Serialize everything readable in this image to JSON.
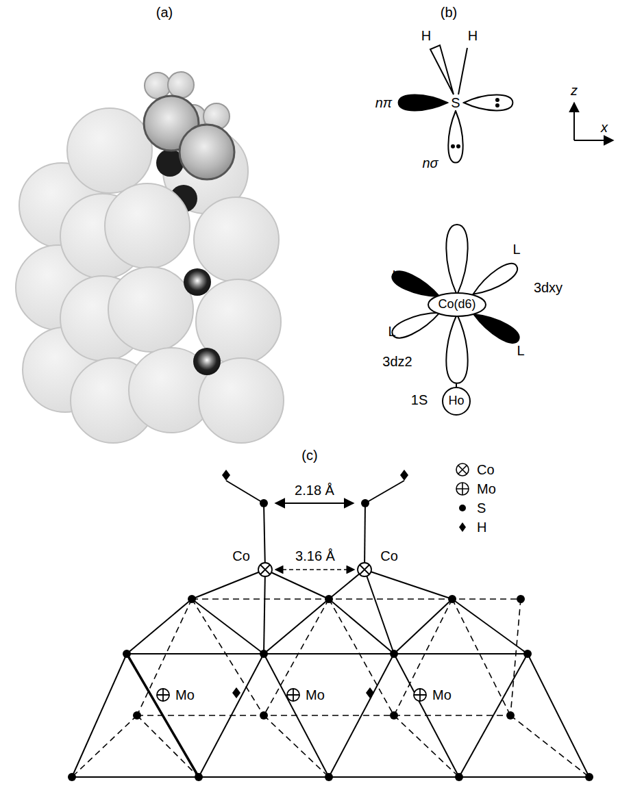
{
  "diagram": {
    "nodes": [
      {
        "text": [
          "Co(d6)"
        ]
      },
      {
        "text": [
          "Ho"
        ]
      }
    ],
    "labels": [
      "(a)",
      "(b)",
      "H",
      "H",
      "nπ",
      "S",
      "nσ",
      "z",
      "x",
      "L",
      "L",
      "L",
      "L",
      "3dxy",
      "3dz2",
      "1S",
      "(c)",
      "2.18 Å",
      "3.16 Å",
      "Co",
      "Co",
      "Mo",
      "Mo",
      "Mo"
    ],
    "legend": [
      {
        "text": "Co"
      },
      {
        "text": "Mo"
      },
      {
        "text": "S"
      },
      {
        "text": "H"
      }
    ]
  }
}
